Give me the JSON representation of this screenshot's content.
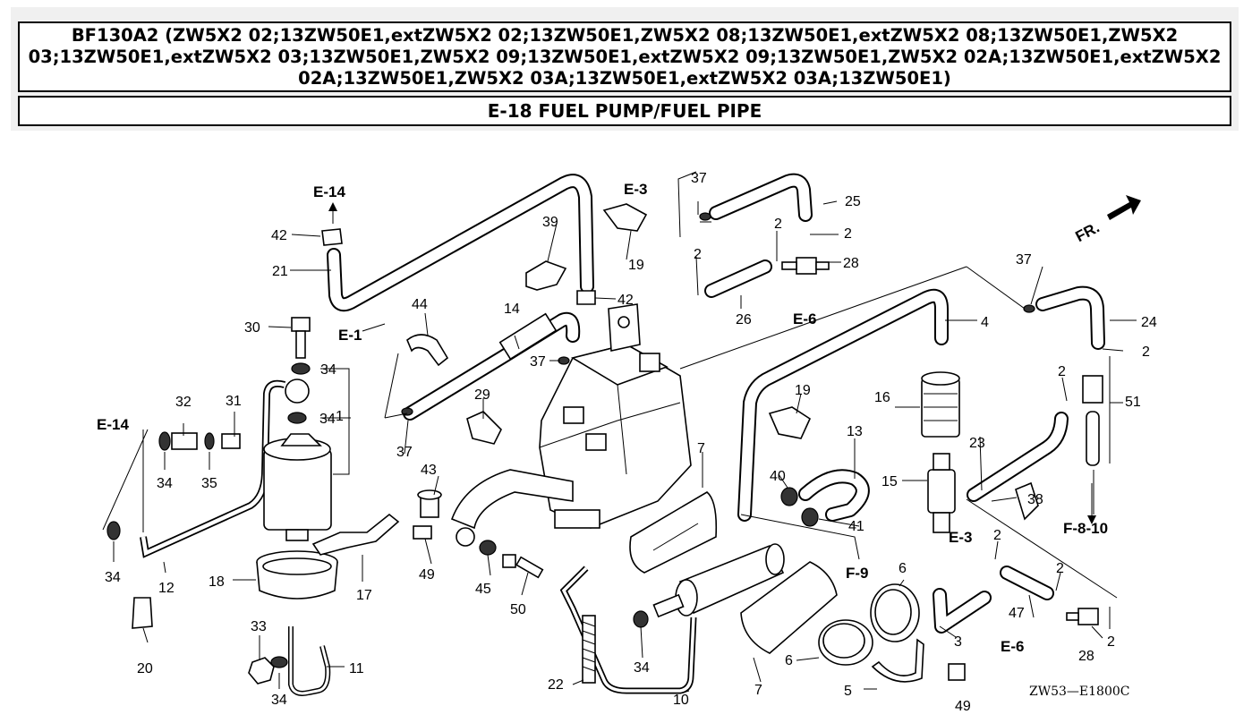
{
  "header": {
    "model_line": "BF130A2 (ZW5X2 02;13ZW50E1,extZW5X2 02;13ZW50E1,ZW5X2 08;13ZW50E1,extZW5X2 08;13ZW50E1,ZW5X2 03;13ZW50E1,extZW5X2 03;13ZW50E1,ZW5X2 09;13ZW50E1,extZW5X2 09;13ZW50E1,ZW5X2 02A;13ZW50E1,extZW5X2 02A;13ZW50E1,ZW5X2 03A;13ZW50E1,extZW5X2 03A;13ZW50E1)",
    "section_title": "E-18 FUEL PUMP/FUEL PIPE"
  },
  "diagram": {
    "drawing_code": "ZW53—E1800C",
    "front_marker": "FR.",
    "references": [
      "E-14",
      "E-3",
      "E-1",
      "E-14",
      "E-6",
      "F-9",
      "E-3",
      "E-6",
      "F-8-10"
    ],
    "part_numbers": [
      "1",
      "2",
      "3",
      "4",
      "5",
      "6",
      "7",
      "10",
      "11",
      "12",
      "13",
      "14",
      "15",
      "16",
      "17",
      "18",
      "19",
      "20",
      "21",
      "22",
      "23",
      "24",
      "25",
      "26",
      "28",
      "29",
      "30",
      "31",
      "32",
      "33",
      "34",
      "35",
      "37",
      "38",
      "39",
      "40",
      "41",
      "42",
      "43",
      "44",
      "45",
      "47",
      "49",
      "50",
      "51"
    ]
  }
}
